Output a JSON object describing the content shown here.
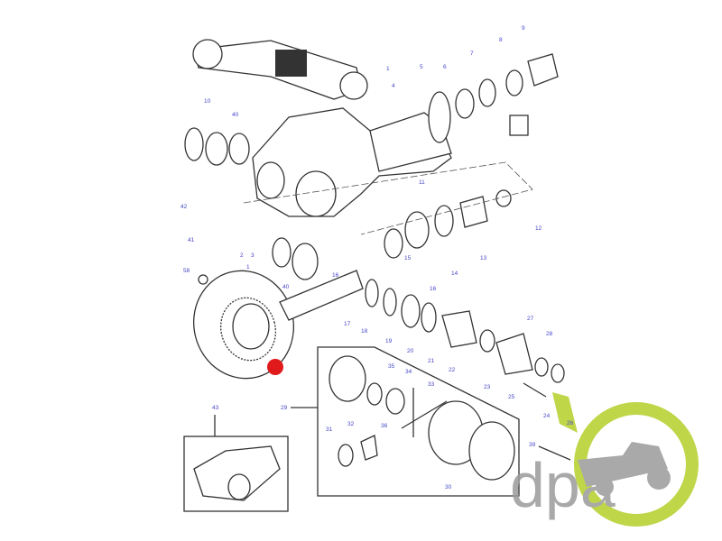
{
  "diagram": {
    "title": "Front axle differential and bevel gear parts diagram",
    "part_labels": [
      "1",
      "4",
      "5",
      "6",
      "7",
      "8",
      "9",
      "10",
      "40",
      "11",
      "12",
      "13",
      "14",
      "15",
      "16",
      "16",
      "42",
      "41",
      "2",
      "3",
      "1",
      "58",
      "40",
      "17",
      "18",
      "19",
      "20",
      "21",
      "22",
      "23",
      "27",
      "28",
      "25",
      "24",
      "26",
      "29",
      "43",
      "35",
      "34",
      "33",
      "36",
      "32",
      "31",
      "30",
      "39"
    ],
    "marker_color": "#e0191b",
    "label_color": "#4646c8"
  },
  "watermark": {
    "logo_text": "dpa",
    "logo_green": "#b5cf2a",
    "logo_grey": "#9b9b9b"
  }
}
